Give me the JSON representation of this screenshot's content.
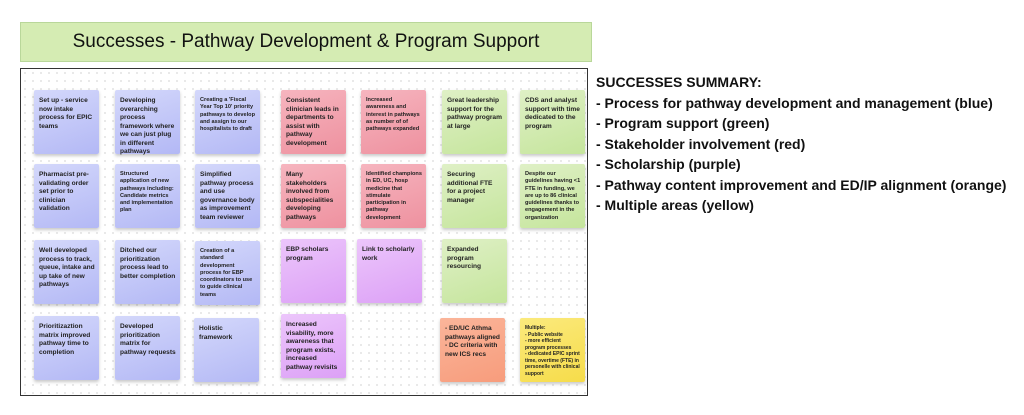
{
  "title": "Successes - Pathway Development & Program Support",
  "notes": {
    "n0": "Set up - service now intake process for EPIC teams",
    "n1": "Developing overarching process framework where we can just plug in different pathways",
    "n2": "Creating a 'Fiscal Year Top 10' priority pathways to develop and assign to our hospitalists to draft",
    "n3": "Pharmacist pre-validating order set prior to clinician validation",
    "n4": "Structured application of new pathways including: Candidate metrics and implementation plan",
    "n5": "Simplified pathway process and use governance body as improvement team reviewer",
    "n6": "Well developed process to track, queue, intake and up take of new pathways",
    "n7": "Ditched our prioritization process lead to better completion",
    "n8": "Creation of a standard development process for EBP coordinators to use to guide clinical teams",
    "n9": "Prioritizaztion matrix improved pathway time to completion",
    "n10": "Developed prioritization matrix for pathway requests",
    "n11": "Holistic framework",
    "n12": "Consistent clinician leads in departments to assist with pathway development",
    "n13": "Increased awareness and interest in pathways as number of of pathways expanded",
    "n14": "Many stakeholders involved from subspecialities developing pathways",
    "n15": "Identified champions in ED, UC, hosp medicine that stimulate participation in pathway development",
    "n16": "EBP scholars program",
    "n17": "Link to scholarly work",
    "n18": "Increased visability, more awareness that program exists, increased pathway revisits",
    "n19": "Great leadership support for the pathway program at large",
    "n20": "CDS and analyst support with time dedicated to the program",
    "n21": "Securing additional FTE for a project manager",
    "n22": "Despite our guidelines having <1 FTE in funding, we are up to 86 clinical guidelines thanks to engagement in the organization",
    "n23": "Expanded program resourcing",
    "n24": "- ED/UC Athma pathways aligned\n- DC criteria with new ICS recs",
    "n25": "Multiple:\n-  Public website\n- more efficient program processes\n- dedicated EPIC sprint time, overtime (FTE) in personelle with clinical support"
  },
  "summary": {
    "heading": "SUCCESSES SUMMARY:",
    "items": [
      "- Process for pathway development and management (blue)",
      "- Program support (green)",
      "- Stakeholder involvement (red)",
      "- Scholarship (purple)",
      "- Pathway content improvement and ED/IP alignment (orange)",
      "- Multiple areas (yellow)"
    ]
  }
}
